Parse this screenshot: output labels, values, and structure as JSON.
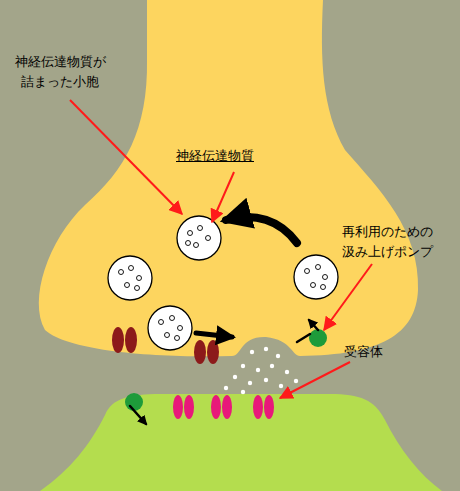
{
  "diagram": {
    "labels": [
      "神経伝達物質が 詰まった小胞",
      "神経伝達物質",
      "再利用のための 汲み上げポンプ",
      "受容体"
    ]
  }
}
